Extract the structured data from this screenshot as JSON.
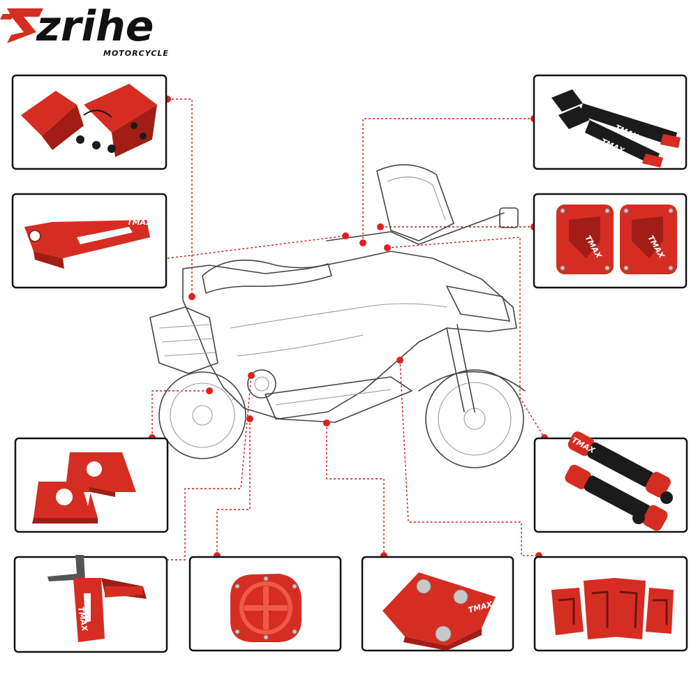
{
  "brand": {
    "name": "zrihe",
    "subtitle": "MOTORCYCLE",
    "accent_color": "#d62d22",
    "text_color": "#111111"
  },
  "product_labels": {
    "model_mark": "TMAX"
  },
  "panels": [
    {
      "id": "license-plate-bracket",
      "icon": "license-plate-bracket-icon"
    },
    {
      "id": "brake-lever-set",
      "icon": "brake-levers-icon"
    },
    {
      "id": "parking-lever",
      "icon": "parking-lever-icon"
    },
    {
      "id": "reservoir-caps",
      "icon": "reservoir-caps-icon"
    },
    {
      "id": "chain-adjusters",
      "icon": "chain-adjusters-icon"
    },
    {
      "id": "handlebar-grips",
      "icon": "handlebar-grips-icon"
    },
    {
      "id": "rear-footpeg",
      "icon": "footpeg-icon"
    },
    {
      "id": "engine-cover",
      "icon": "engine-cover-icon"
    },
    {
      "id": "kickstand-plate",
      "icon": "kickstand-plate-icon"
    },
    {
      "id": "footrest-pedals",
      "icon": "footrest-pedals-icon"
    }
  ]
}
